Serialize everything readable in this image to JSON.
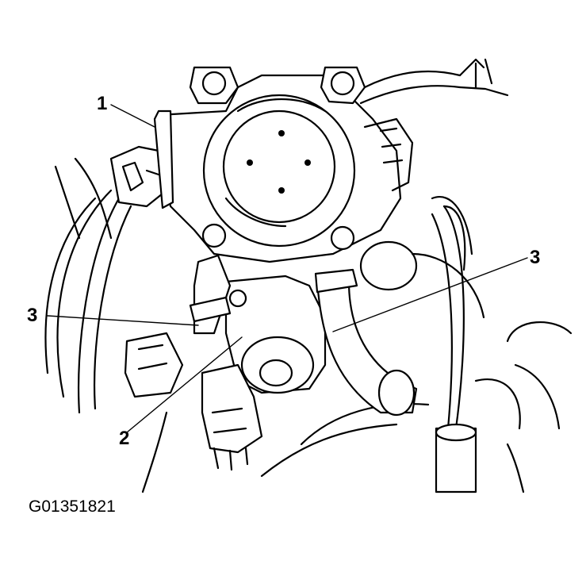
{
  "figure": {
    "callouts": [
      {
        "id": "callout-1",
        "text": "1"
      },
      {
        "id": "callout-2",
        "text": "2"
      },
      {
        "id": "callout-3-left",
        "text": "3"
      },
      {
        "id": "callout-3-right",
        "text": "3"
      }
    ],
    "figure_code": "G01351821"
  }
}
